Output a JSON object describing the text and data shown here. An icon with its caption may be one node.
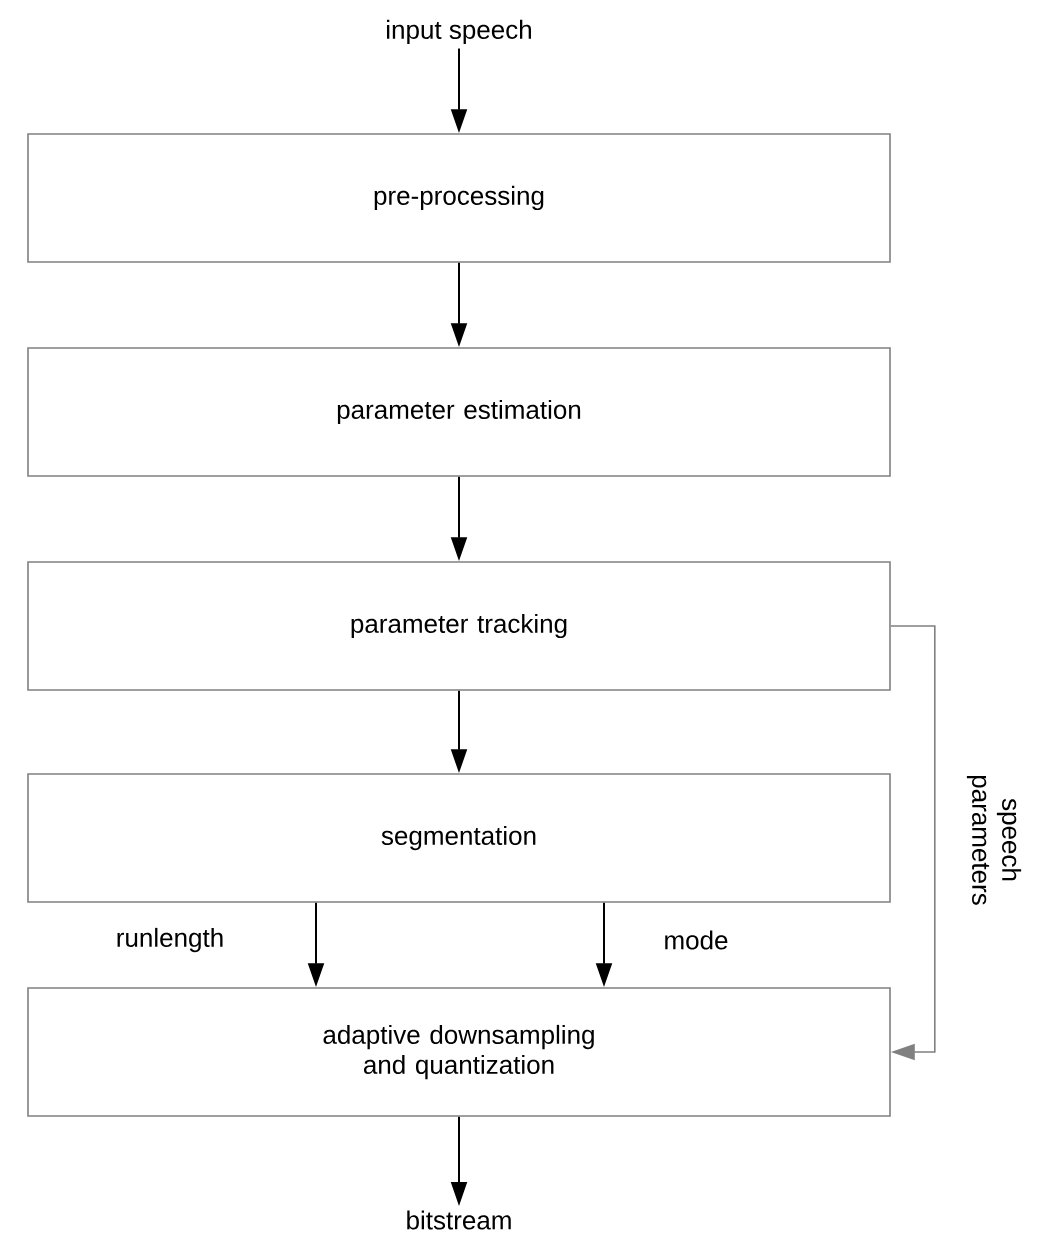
{
  "diagram": {
    "nodes": [
      {
        "text": [
          "input speech"
        ]
      },
      {
        "text": [
          "pre-processing"
        ]
      },
      {
        "text": [
          "parameter estimation"
        ]
      },
      {
        "text": [
          "parameter tracking"
        ]
      },
      {
        "text": [
          "segmentation"
        ]
      },
      {
        "text": [
          "adaptive downsampling and quantization"
        ]
      },
      {
        "text": [
          "bitstream"
        ]
      }
    ],
    "edges": [
      {
        "from": 0,
        "to": 1,
        "arrow": "to"
      },
      {
        "from": 1,
        "to": 2,
        "arrow": "to"
      },
      {
        "from": 2,
        "to": 3,
        "arrow": "to"
      },
      {
        "from": 3,
        "to": 4,
        "arrow": "to"
      },
      {
        "from": 4,
        "to": 5,
        "arrow": "to",
        "label": "runlength"
      },
      {
        "from": 4,
        "to": 5,
        "arrow": "to",
        "label": "mode"
      },
      {
        "from": 3,
        "to": 5,
        "arrow": "to",
        "label": "speech parameters",
        "color": "#808080"
      },
      {
        "from": 5,
        "to": 6,
        "arrow": "to"
      }
    ]
  }
}
